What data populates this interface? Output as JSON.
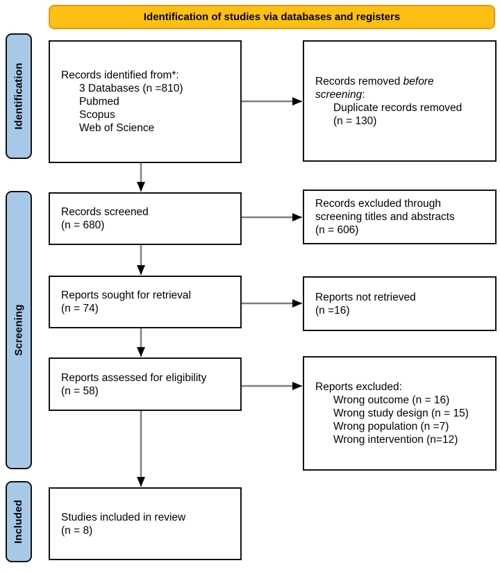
{
  "banner": {
    "label": "Identification of studies via databases and registers"
  },
  "sidebar": {
    "items": [
      {
        "label": "Identification"
      },
      {
        "label": "Screening"
      },
      {
        "label": "Included"
      }
    ]
  },
  "boxes": {
    "identified": {
      "title": "Records identified from*:",
      "items": [
        "3 Databases (n =810)",
        "Pubmed",
        "Scopus",
        "Web of Science"
      ]
    },
    "removed": {
      "prefix": "Records removed ",
      "italic_line1": "before",
      "italic_line2": "screening",
      "suffix": ":",
      "items": [
        "Duplicate records removed",
        "(n = 130)"
      ]
    },
    "screened": {
      "lines": [
        "Records screened",
        "(n = 680)"
      ]
    },
    "excluded_screening": {
      "lines": [
        "Records excluded through",
        "screening titles and abstracts",
        "(n = 606)"
      ]
    },
    "sought": {
      "lines": [
        "Reports sought for retrieval",
        "(n = 74)"
      ]
    },
    "not_retrieved": {
      "lines": [
        "Reports not retrieved",
        "(n =16)"
      ]
    },
    "assessed": {
      "lines": [
        "Reports assessed for eligibility",
        "(n = 58)"
      ]
    },
    "excluded_reports": {
      "title": "Reports excluded:",
      "items": [
        "Wrong outcome (n = 16)",
        "Wrong study design (n = 15)",
        "Wrong population (n =7)",
        "Wrong intervention (n=12)"
      ]
    },
    "included": {
      "lines": [
        "Studies included in review",
        "(n = 8)"
      ]
    }
  },
  "colors": {
    "banner_fill": "#FCBF13",
    "banner_border": "#E5970E",
    "sidebar_fill": "#A8C8E8",
    "box_border": "#111111",
    "arrow_line": "#7F7F7F",
    "arrow_head": "#000000"
  }
}
